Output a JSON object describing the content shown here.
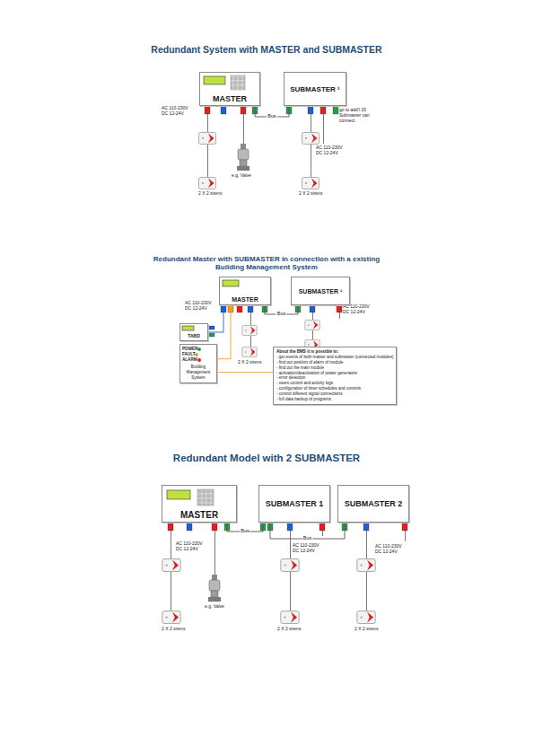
{
  "diagram": {
    "title": "Redundant System with MASTER and SUBMASTER",
    "nodes": [
      {
        "text": [
          "MASTER"
        ]
      },
      {
        "text": [
          "SUBMASTER ¹"
        ]
      },
      {
        "text": [
          "MASTER"
        ]
      },
      {
        "text": [
          "SUBMASTER ¹"
        ]
      },
      {
        "text": [
          "TABD"
        ]
      },
      {
        "text": [
          "POWER",
          "FAULT",
          "ALARM",
          "Building Management System"
        ]
      },
      {
        "text": [
          "About the BMS it is possible to:",
          "- get events of both master and submaster (connected modules)",
          "- find out position of alarm of module",
          "- find out the main module",
          "- activation/deactivation of power generators",
          "- error detection",
          "- users control and activity logs",
          "- configuration of timer schedules and controls",
          "- control different signal connections",
          "- full data backup of programs"
        ]
      },
      {
        "text": [
          "MASTER"
        ]
      },
      {
        "text": [
          "SUBMASTER 1"
        ]
      },
      {
        "text": [
          "SUBMASTER 2"
        ]
      }
    ],
    "edges": [
      {
        "from": 0,
        "to": 1,
        "label": "Bus",
        "arrow": "none"
      },
      {
        "from": 2,
        "to": 3,
        "label": "Bus",
        "arrow": "none"
      },
      {
        "from": 4,
        "to": 2,
        "arrow": "none"
      },
      {
        "from": 5,
        "to": 2,
        "arrow": "none"
      },
      {
        "from": 5,
        "to": 6,
        "arrow": "none"
      },
      {
        "from": 7,
        "to": 8,
        "label": "Bus",
        "arrow": "none"
      },
      {
        "from": 8,
        "to": 9,
        "label": "Bus",
        "arrow": "none"
      }
    ],
    "labels": [
      "AC 110-230V DC 12-24V",
      "go to add'l 15 Submaster can connect",
      "e.g. Valve",
      "2 X 2 sirens",
      "AC 110-230V DC 12-24V",
      "2 X 2 sirens",
      "Redundant Master with SUBMASTER in connection with a existing Building Management System",
      "AC 110-230V DC 12-24V",
      "AC 110-230V DC 12-24V",
      "2 X 2 sirens",
      "2 X 2 sirens",
      "Redundant Model with 2 SUBMASTER",
      "AC 110-230V DC 12-24V",
      "e.g. Valve",
      "2 X 2 sirens",
      "AC 110-230V DC 12-24V",
      "2 X 2 sirens",
      "AC 110-230V DC 12-24V",
      "2 X 2 sirens"
    ]
  }
}
